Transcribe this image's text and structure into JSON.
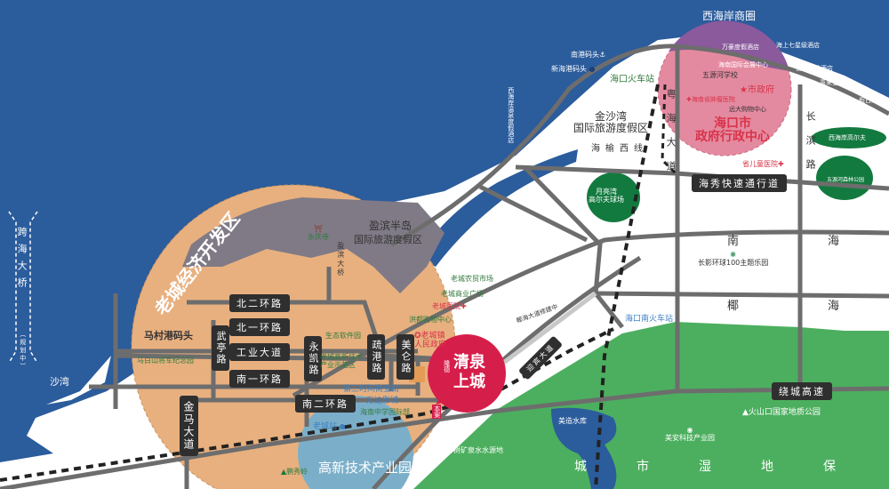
{
  "colors": {
    "sea": "#2b5c9c",
    "land": "#ffffff",
    "laocheng": "#e8b07f",
    "government": "#e48aa0",
    "park": "#4caf5f",
    "project": "#d61e4a",
    "hitech": "#7bafc9",
    "road": "#6d6d6d"
  },
  "districts": {
    "laocheng_dev_zone": "老城经济开发区",
    "west_coast_business": "西海岸商圈",
    "government_center": "海口市\n政府行政中心",
    "hitech_park": "高新技术产业园",
    "wetland": [
      "城",
      "市",
      "湿",
      "地",
      "保"
    ],
    "jinshawan": "金沙湾\n国际旅游度假区",
    "yingbin": "盈滨半岛",
    "yingbin_sub": "国际旅游度假区"
  },
  "project": {
    "brand": "隆德",
    "name_line1": "清泉",
    "name_line2": "上城",
    "site_tag": "本案"
  },
  "roads": {
    "north2": "北二环路",
    "north1": "北一环路",
    "industry": "工业大道",
    "south1": "南一环路",
    "south2": "南二环路",
    "wuting": "武亭路",
    "yongkai": "永凯路",
    "shugang": "疏港路",
    "meilun": "美仑路",
    "jinma": "金马大道",
    "haixiu": "海秀快速通行道",
    "raocheng": "绕城高速",
    "yuehai": "粤海大道",
    "haiyu": "海榆西线",
    "changbin": "长滨路",
    "nanhai": "南海",
    "yehai": "椰海",
    "yinghai": "迎宾大道",
    "yehai_avenue": "椰海大道修建中",
    "cross_sea": "跨海大桥",
    "cross_sea_note": "（规划中）",
    "yingbin_bridge": "盈滨大桥"
  },
  "pois": {
    "nangang": "南港码头",
    "xinhaigang": "新海港码头",
    "west_hotel": "西海岸温泉度假酒店",
    "wanhao": "万豪度假酒店",
    "seven_star": "海上七星级酒店",
    "convention": "海南国际会展中心",
    "shangri": "香格里拉酒店",
    "xilaideng": "喜来登酒店",
    "jiari": "假日海滩",
    "haikou_station": "海口火车站",
    "wuyuan_school": "五源河学校",
    "city_gov": "市政府",
    "cancer_hospital": "海南省肿瘤医院",
    "yuanda": "远大购物中心",
    "children_hospital": "省儿童医院",
    "west_golf": "西海岸高尔夫",
    "wuyuan_forest": "五源河森林公园",
    "yueliang_golf": "月亮湾\n高尔夫球场",
    "changying": "长影环球100主题乐园",
    "haikou_south": "海口南火车站",
    "meishe": "美造水库",
    "volcano": "火山口国家地质公园",
    "meian": "美安科技产业园",
    "yeshu": "椰树矿泉水水源地",
    "laocheng_station": "老城站",
    "hainan_middle": "海南中学国际部",
    "wanda": "万达影城",
    "third_time": "第三时间商业街",
    "hitech_demo": "老城高新技术\n产业示范区",
    "eco_software": "生态软件园",
    "town_gov": "老城镇\n人民政府",
    "hongdu": "洪都购物中心",
    "laocheng_hospital": "老城医院",
    "laocheng_plaza": "老城商业广场",
    "laocheng_market": "老城农贸市场",
    "macun_port": "马村港码头",
    "mabaishan": "马白山将军纪念园",
    "shawan": "沙湾",
    "yongqing": "永庆寺",
    "xiuling": "鹏秀岭"
  }
}
